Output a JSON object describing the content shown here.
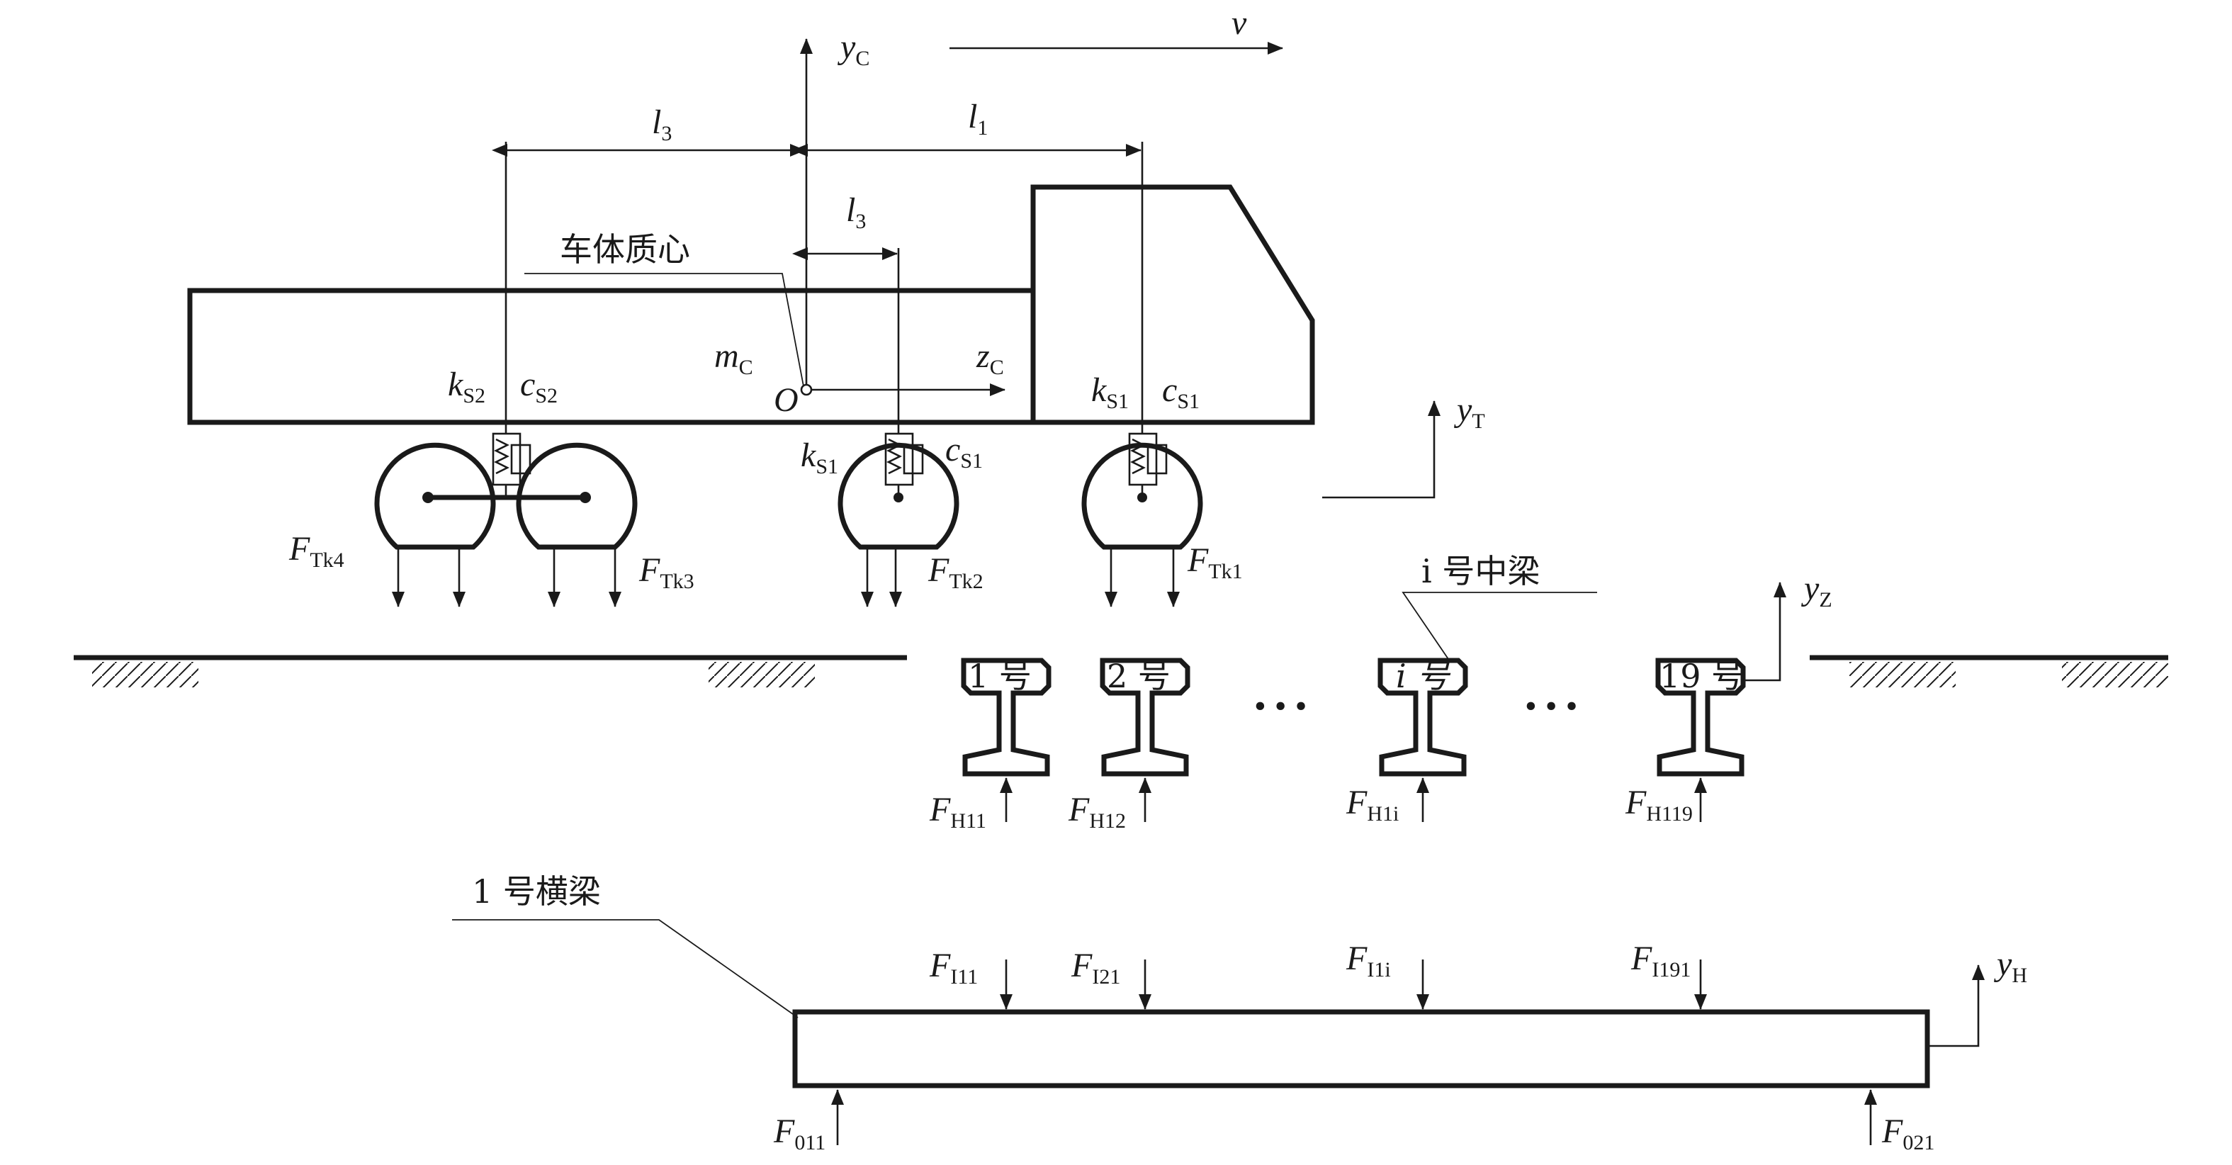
{
  "labels": {
    "v": "v",
    "yC_base": "y",
    "yC_sub": "C",
    "zC_base": "z",
    "zC_sub": "C",
    "l3_top_base": "l",
    "l3_top_sub": "3",
    "l1_base": "l",
    "l1_sub": "1",
    "l3_mid_base": "l",
    "l3_mid_sub": "3",
    "body_cg": "车体质心",
    "mC_base": "m",
    "mC_sub": "C",
    "origin": "O",
    "kS2_base": "k",
    "kS2_sub": "S2",
    "cS2_base": "c",
    "cS2_sub": "S2",
    "kS1_a_base": "k",
    "kS1_a_sub": "S1",
    "cS1_a_base": "c",
    "cS1_a_sub": "S1",
    "kS1_b_base": "k",
    "kS1_b_sub": "S1",
    "cS1_b_base": "c",
    "cS1_b_sub": "S1",
    "yT_base": "y",
    "yT_sub": "T",
    "FTk4_base": "F",
    "FTk4_sub": "Tk4",
    "FTk3_base": "F",
    "FTk3_sub": "Tk3",
    "FTk2_base": "F",
    "FTk2_sub": "Tk2",
    "FTk1_base": "F",
    "FTk1_sub": "Tk1",
    "mid_beam_i": "i 号中梁",
    "yZ_base": "y",
    "yZ_sub": "Z",
    "girder1": "1 号",
    "girder2": "2 号",
    "girderi": "i 号",
    "girder19": "19 号",
    "ellipsis1": "• • •",
    "ellipsis2": "• • •",
    "FH11_base": "F",
    "FH11_sub": "H11",
    "FH12_base": "F",
    "FH12_sub": "H12",
    "FH1i_base": "F",
    "FH1i_sub": "H1i",
    "FH119_base": "F",
    "FH119_sub": "H119",
    "cross_beam_1": "1 号横梁",
    "FI11_base": "F",
    "FI11_sub": "I11",
    "FI21_base": "F",
    "FI21_sub": "I21",
    "FI1i_base": "F",
    "FI1i_sub": "I1i",
    "FI191_base": "F",
    "FI191_sub": "I191",
    "yH_base": "y",
    "yH_sub": "H",
    "F011_base": "F",
    "F011_sub": "011",
    "F021_base": "F",
    "F021_sub": "021"
  }
}
